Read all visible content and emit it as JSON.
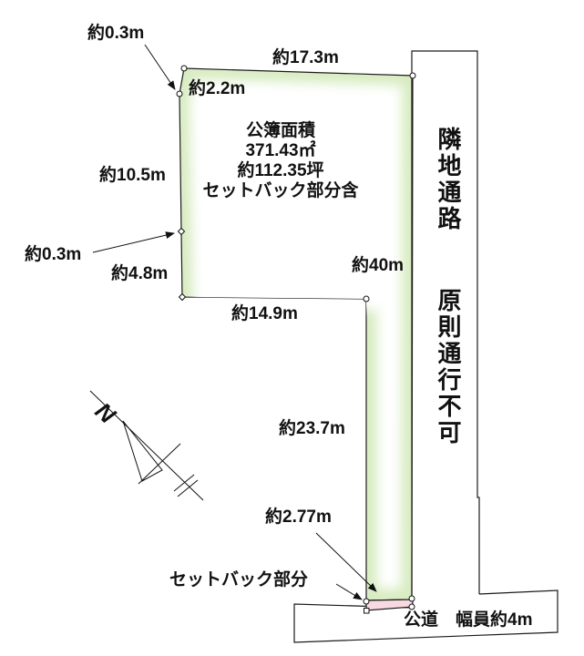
{
  "diagram": {
    "dimensions": {
      "offset_top": "約0.3m",
      "edge_2_2m": "約2.2m",
      "edge_17_3m": "約17.3m",
      "edge_10_5m": "約10.5m",
      "offset_left": "約0.3m",
      "edge_4_8m": "約4.8m",
      "edge_40m": "約40m",
      "edge_14_9m": "約14.9m",
      "edge_23_7m": "約23.7m",
      "edge_2_77m": "約2.77m"
    },
    "area_info": {
      "line1": "公簿面積",
      "line2": "371.43㎡",
      "line3": "約112.35坪",
      "line4": "セットバック部分含"
    },
    "neighbor_passage": {
      "name": "隣地通路",
      "note": "原則通行不可"
    },
    "setback_label": "セットバック部分",
    "road_label": "公道　幅員約4m",
    "compass_label": "N",
    "colors": {
      "plot_fill": "#d8ecc2",
      "setback_fill": "#f8d9e2",
      "line": "#1a1a1a"
    }
  }
}
